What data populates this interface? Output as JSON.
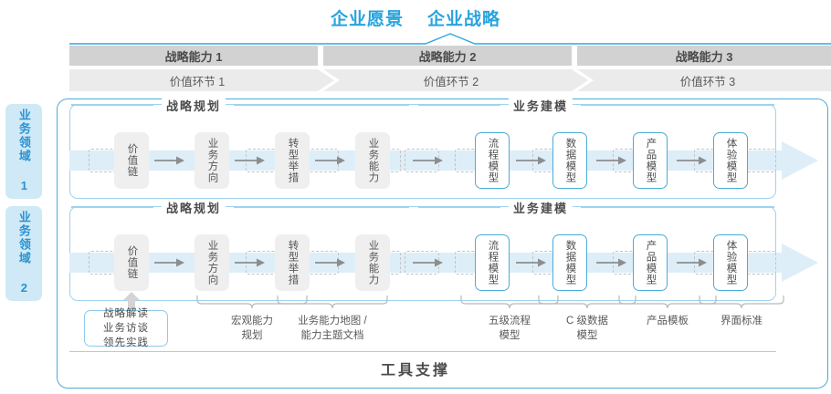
{
  "title": {
    "vision": "企业愿景",
    "strategy": "企业战略",
    "accent": "#29a3dd"
  },
  "capability_bars": [
    {
      "label": "战略能力 1"
    },
    {
      "label": "战略能力 2"
    },
    {
      "label": "战略能力 3"
    }
  ],
  "value_bars": [
    {
      "label": "价值环节 1"
    },
    {
      "label": "价值环节 2"
    },
    {
      "label": "价值环节 3"
    }
  ],
  "domains": [
    {
      "label": "业务领域 1"
    },
    {
      "label": "业务领域 2"
    }
  ],
  "sections": {
    "planning": "战略规划",
    "modeling": "业务建模"
  },
  "steps": {
    "planning": [
      {
        "label": "价值链",
        "style": "gray"
      },
      {
        "label": "业务方向",
        "style": "gray"
      },
      {
        "label": "转型举措",
        "style": "gray"
      },
      {
        "label": "业务能力",
        "style": "gray"
      }
    ],
    "modeling": [
      {
        "label": "流程模型",
        "style": "blue"
      },
      {
        "label": "数据模型",
        "style": "blue"
      },
      {
        "label": "产品模型",
        "style": "blue"
      },
      {
        "label": "体验模型",
        "style": "blue"
      }
    ]
  },
  "annotations": {
    "boxed": "战略解读\n业务访谈\n领先实践",
    "items": [
      {
        "label": "宏观能力\n规划"
      },
      {
        "label": "业务能力地图 /\n能力主题文档"
      },
      {
        "label": "五级流程\n模型"
      },
      {
        "label": "C 级数据\n模型"
      },
      {
        "label": "产品模板"
      },
      {
        "label": "界面标准"
      }
    ]
  },
  "footer": {
    "tool_support": "工具支撑"
  },
  "colors": {
    "accent_blue": "#49acd8",
    "title_blue": "#29a3dd",
    "tab_bg": "#cfe9f7",
    "bar_gray": "#d2d2d2",
    "chev_gray": "#ebebeb",
    "band_blue": "#ddeef8",
    "node_gray": "#efefef"
  }
}
